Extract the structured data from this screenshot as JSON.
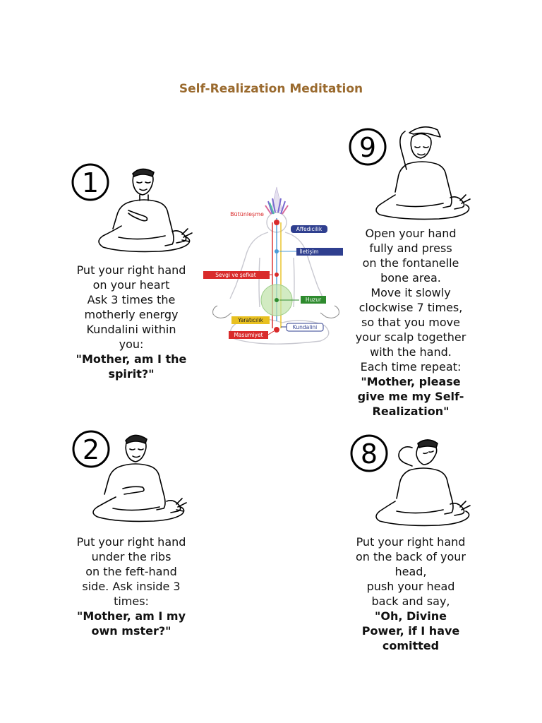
{
  "title": "Self-Realization Meditation",
  "steps": [
    {
      "number": "1",
      "lines": [
        "Put your right hand",
        "on your heart",
        "Ask 3 times the",
        "motherly energy",
        "Kundalini within",
        "you:"
      ],
      "quote_lines": [
        "\"Mother, am I the",
        "spirit?\""
      ]
    },
    {
      "number": "9",
      "lines": [
        "Open your hand",
        "fully and press",
        "on the fontanelle",
        "bone area.",
        "Move it slowly",
        "clockwise 7 times,",
        "so that you move",
        "your scalp together",
        "with the hand.",
        "Each time repeat:"
      ],
      "quote_lines": [
        "\"Mother, please",
        "give me my Self-",
        "Realization\""
      ]
    },
    {
      "number": "2",
      "lines": [
        "Put your right hand",
        "under the ribs",
        "on the feft-hand",
        "side. Ask inside 3",
        "times:"
      ],
      "quote_lines": [
        "\"Mother, am I my",
        "own mster?\""
      ]
    },
    {
      "number": "8",
      "lines": [
        "Put your right hand",
        "on the back of your",
        "head,",
        "push your head",
        "back and say,"
      ],
      "quote_lines": [
        "\"Oh, Divine",
        "Power, if I have",
        "comitted"
      ]
    }
  ],
  "chakra_labels": {
    "top": "Bütünleşme",
    "throat_back": "Affedicilik",
    "throat": "İletişim",
    "heart": "Sevgi ve şefkat",
    "peace": "Huzur",
    "creativity": "Yaratıcılık",
    "kundalini": "Kundalini",
    "innocence": "Masumiyet"
  },
  "colors": {
    "title": "#9a6a2e",
    "red": "#d92b2b",
    "blue": "#2f3f8f",
    "green": "#2e8b2e",
    "yellow": "#e8c020",
    "lightblue": "#4a9ad8"
  }
}
